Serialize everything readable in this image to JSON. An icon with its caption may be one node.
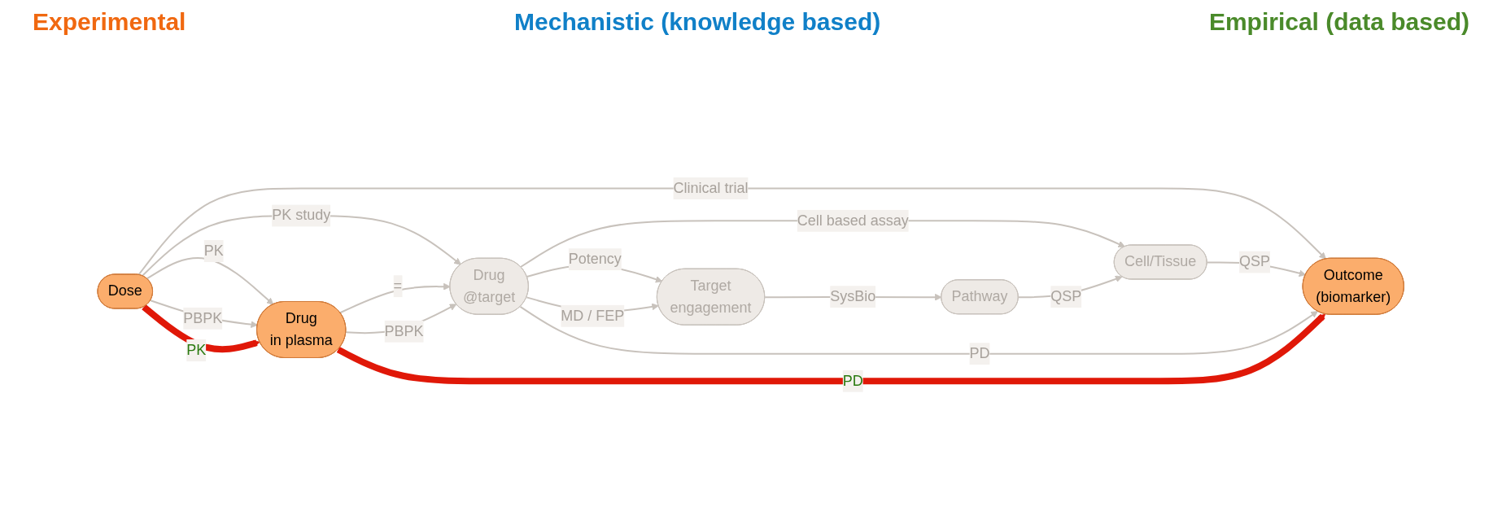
{
  "diagram": {
    "nodes": [
      {
        "text": [
          "Dose"
        ]
      },
      {
        "text": [
          "Drug",
          "in plasma"
        ]
      },
      {
        "text": [
          "Drug",
          "@target"
        ]
      },
      {
        "text": [
          "Target",
          "engagement"
        ]
      },
      {
        "text": [
          "Pathway"
        ]
      },
      {
        "text": [
          "Cell/Tissue"
        ]
      },
      {
        "text": [
          "Outcome",
          "(biomarker)"
        ]
      }
    ],
    "edges": [
      {
        "from": 0,
        "to": 6,
        "arrow": "to",
        "label": "Clinical trial"
      },
      {
        "from": 2,
        "to": 5,
        "arrow": "to",
        "label": "Cell based assay"
      },
      {
        "from": 0,
        "to": 2,
        "arrow": "to",
        "label": "PK study"
      },
      {
        "from": 0,
        "to": 1,
        "arrow": "to",
        "label": "PK"
      },
      {
        "from": 2,
        "to": 3,
        "arrow": "to",
        "label": "Potency"
      },
      {
        "from": 1,
        "to": 2,
        "arrow": "to",
        "label": "="
      },
      {
        "from": 0,
        "to": 1,
        "arrow": "to",
        "label": "PBPK"
      },
      {
        "from": 1,
        "to": 2,
        "arrow": "to",
        "label": "PBPK"
      },
      {
        "from": 2,
        "to": 3,
        "arrow": "to",
        "label": "MD / FEP"
      },
      {
        "from": 3,
        "to": 4,
        "arrow": "to",
        "label": "SysBio"
      },
      {
        "from": 4,
        "to": 5,
        "arrow": "to",
        "label": "QSP"
      },
      {
        "from": 5,
        "to": 6,
        "arrow": "to",
        "label": "QSP"
      },
      {
        "from": 2,
        "to": 6,
        "arrow": "to",
        "label": "PD"
      },
      {
        "from": 0,
        "to": 1,
        "arrow": "to",
        "label": "PK",
        "style": "thick",
        "color": "#e01808"
      },
      {
        "from": 1,
        "to": 6,
        "arrow": "to",
        "label": "PD",
        "style": "thick",
        "color": "#e01808"
      }
    ],
    "labels": [
      "Experimental",
      "Mechanistic (knowledge based)",
      "Empirical (data based)"
    ]
  }
}
